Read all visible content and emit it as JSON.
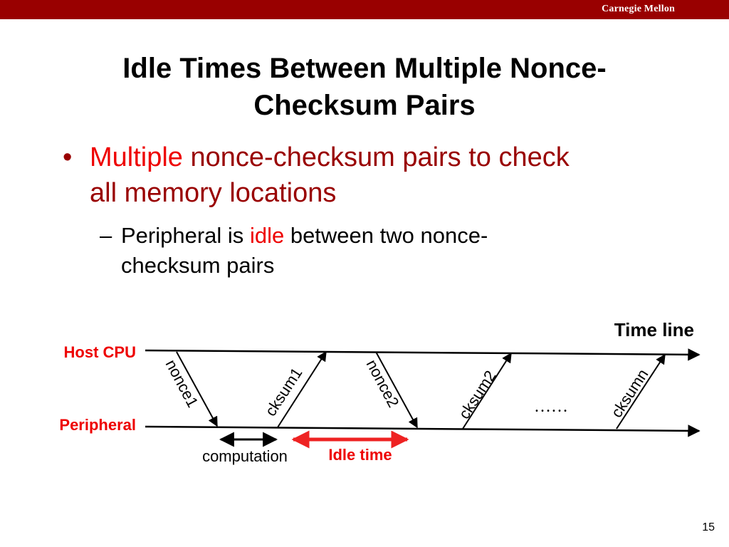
{
  "header": {
    "brand": "Carnegie Mellon"
  },
  "slide": {
    "title_line1": "Idle Times Between Multiple Nonce-",
    "title_line2": "Checksum Pairs",
    "bullet1": {
      "highlight": "Multiple",
      "text_a": "nonce-checksum pairs to check",
      "text_b": "all memory locations"
    },
    "bullet2": {
      "dash": "–",
      "text_a": "Peripheral is",
      "highlight": "idle",
      "text_b": "between two nonce-",
      "text_c": "checksum pairs"
    }
  },
  "diagram": {
    "timeline_label": "Time line",
    "host_label": "Host CPU",
    "peripheral_label": "Peripheral",
    "messages": [
      "nonce1",
      "cksum1",
      "nonce2",
      "cksum2",
      "cksumn"
    ],
    "ellipsis": "……",
    "computation_label": "computation",
    "idle_label": "Idle time"
  },
  "colors": {
    "brand": "#990000",
    "highlight": "#ee0000",
    "idle": "#ee2222"
  },
  "footer": {
    "slide_number": "15"
  }
}
